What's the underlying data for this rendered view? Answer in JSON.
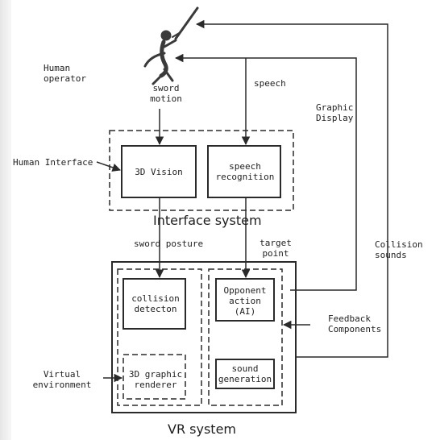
{
  "labels": {
    "human_operator": "Human\noperator",
    "sword_motion": "sword\nmotion",
    "speech": "speech",
    "graphic_display": "Graphic\nDisplay",
    "human_interface": "Human Interface",
    "vision_3d": "3D Vision",
    "speech_recognition": "speech\nrecognition",
    "interface_system": "Interface system",
    "sword_posture": "sword posture",
    "target_point": "target\npoint",
    "collision_sounds": "Collision\nsounds",
    "collision_detection": "collision\ndetecton",
    "opponent_action": "Opponent\naction\n(AI)",
    "feedback_components": "Feedback\nComponents",
    "virtual_environment": "Virtual\nenvironment",
    "graphic_renderer": "3D graphic\nrenderer",
    "sound_generation": "sound\ngeneration",
    "vr_system": "VR system"
  },
  "colors": {
    "line": "#2a2a2a",
    "figure": "#3a3a3a"
  },
  "icons": {
    "operator": "human-with-sword-icon"
  }
}
